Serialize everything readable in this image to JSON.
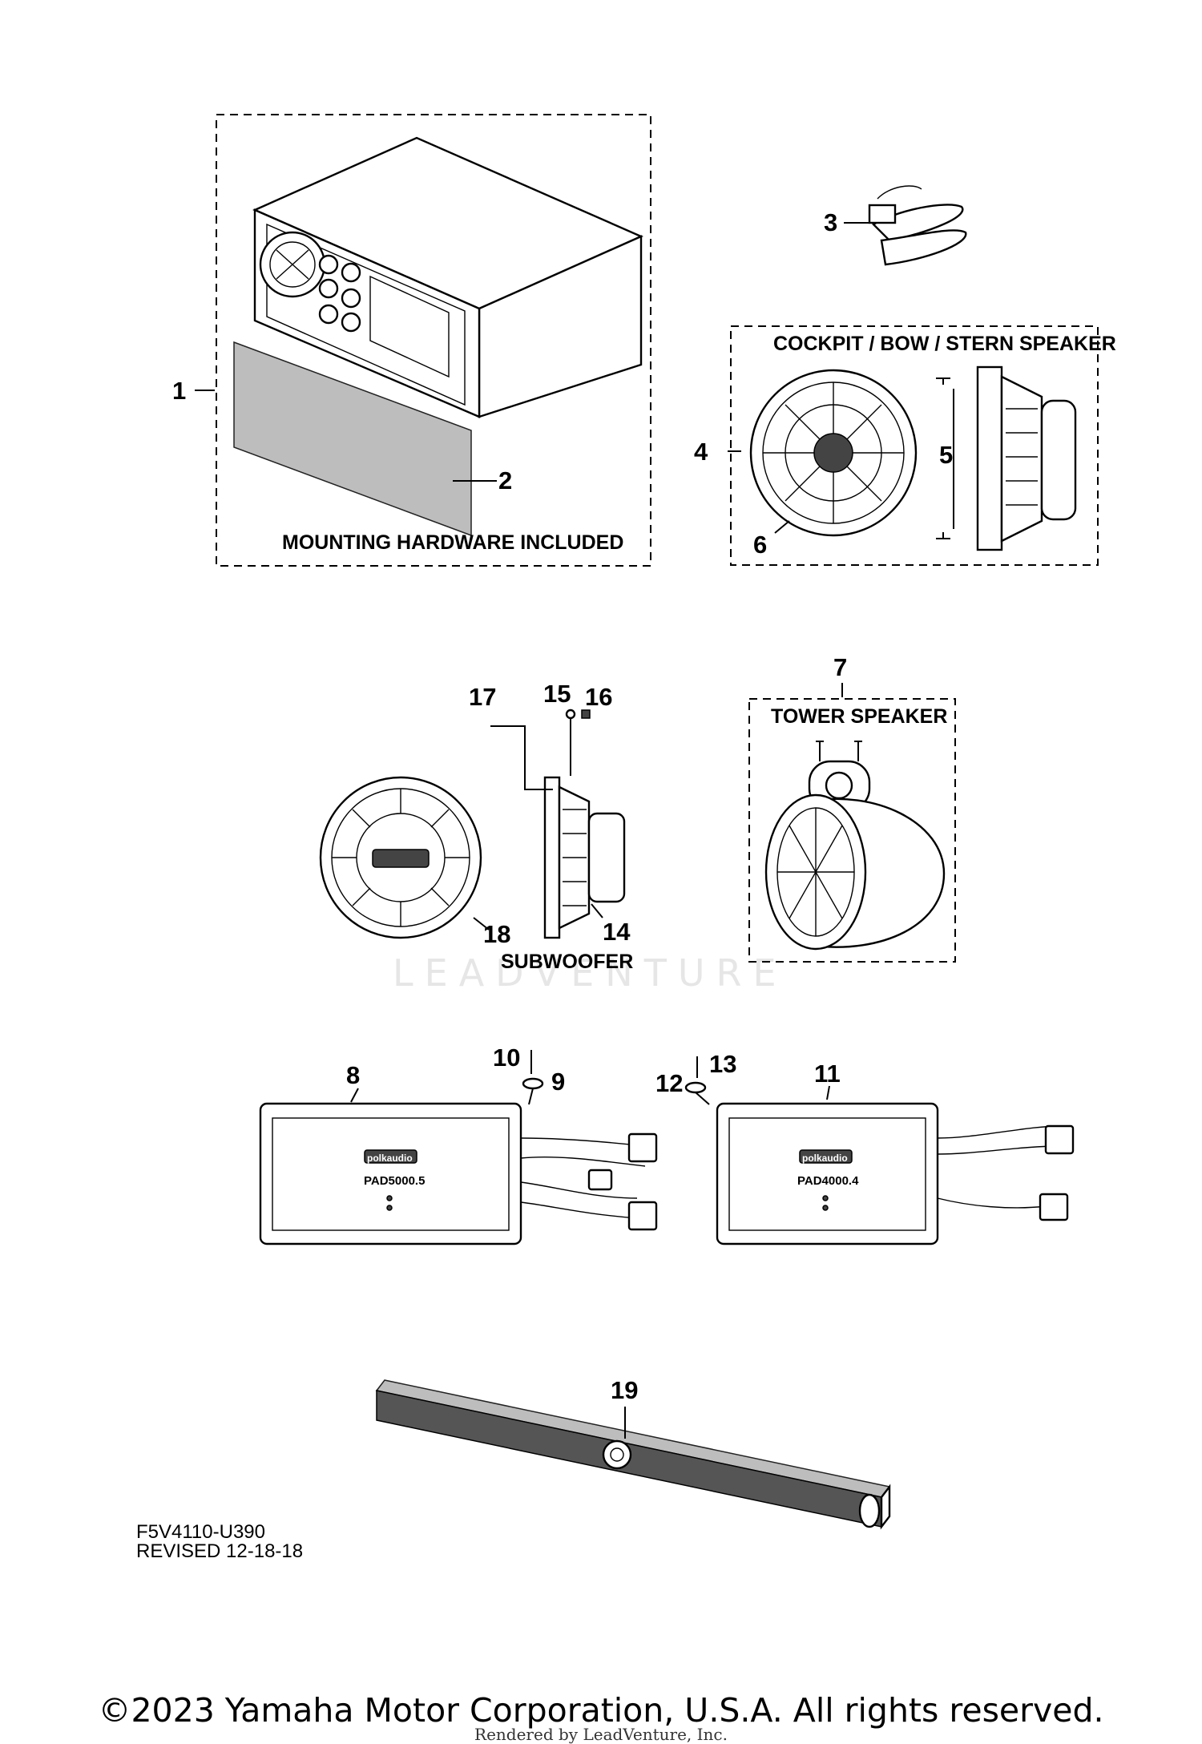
{
  "callouts": {
    "c1": "1",
    "c2": "2",
    "c3": "3",
    "c4": "4",
    "c5": "5",
    "c6": "6",
    "c7": "7",
    "c8": "8",
    "c9": "9",
    "c10": "10",
    "c11": "11",
    "c12": "12",
    "c13": "13",
    "c14": "14",
    "c15": "15",
    "c16": "16",
    "c17": "17",
    "c18": "18",
    "c19": "19"
  },
  "captions": {
    "mounting": "MOUNTING HARDWARE INCLUDED",
    "cockpit": "COCKPIT / BOW / STERN SPEAKER",
    "tower": "TOWER  SPEAKER",
    "subwoofer": "SUBWOOFER"
  },
  "amp_labels": {
    "brand_left": "polkaudio",
    "model_left": "PAD5000.5",
    "brand_right": "polkaudio",
    "model_right": "PAD4000.4"
  },
  "watermark": "LEADVENTURE",
  "drawing_code": "F5V4110-U390",
  "revision": "REVISED 12-18-18",
  "copyright": "©2023 Yamaha Motor Corporation, U.S.A. All rights reserved.",
  "rendered_by": "Rendered by LeadVenture, Inc."
}
